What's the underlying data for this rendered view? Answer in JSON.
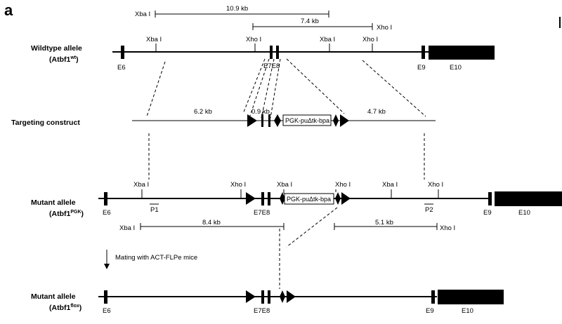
{
  "panel_label": "a",
  "rows": {
    "wildtype": {
      "label": "Wildtype allele",
      "label2_base": "(Atbf1",
      "label2_sup": "wt",
      "label2_end": ")"
    },
    "construct": {
      "label": "Targeting construct"
    },
    "mutant": {
      "label": "Mutant allele",
      "label2_base": "(Atbf1",
      "label2_sup": "PGK",
      "label2_end": ")"
    },
    "flox": {
      "label": "Mutant allele",
      "label2_base": "(Atbf1",
      "label2_sup": "flox",
      "label2_end": ")"
    }
  },
  "enzymes": {
    "xba": "Xba I",
    "xho": "Xho I"
  },
  "exons": {
    "e6": "E6",
    "e7e8": "E7E8",
    "e9": "E9",
    "e10": "E10"
  },
  "fragments": {
    "wt_xba": "10.9 kb",
    "wt_xho": "7.4 kb",
    "arm_left": "6.2 kb",
    "arm_mid": "0.9 kb",
    "arm_right": "4.7 kb",
    "mut_xba": "8.4 kb",
    "mut_xho": "5.1 kb"
  },
  "cassette": "PGK-puΔtk-bpa",
  "primers": {
    "p1": "P1",
    "p2": "P2"
  },
  "mating": "Mating with ACT-FLPe mice"
}
